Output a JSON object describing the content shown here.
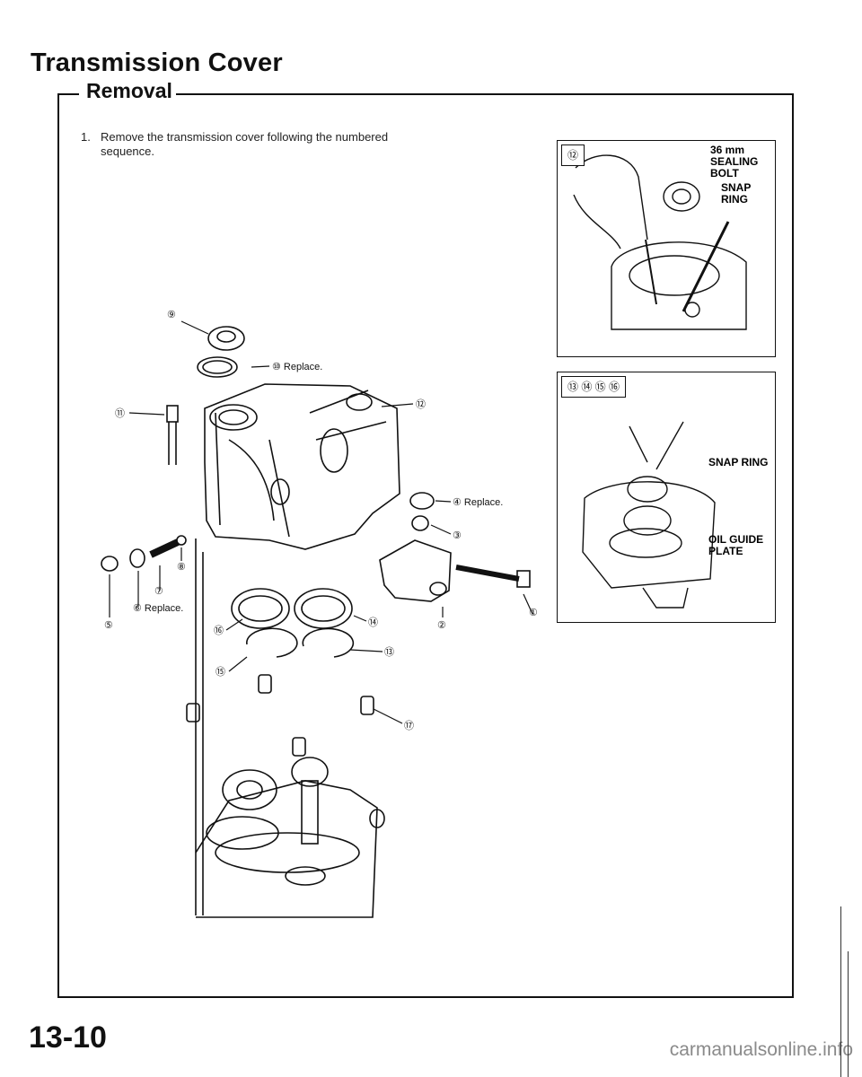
{
  "page": {
    "title": "Transmission Cover",
    "section": "Removal",
    "page_number": "13-10",
    "footer_credit": "carmanualsonline.info"
  },
  "instruction": {
    "number": "1.",
    "text": "Remove the transmission cover following the numbered sequence."
  },
  "main_callouts": {
    "c1": "①",
    "c2": "②",
    "c3": "③",
    "c4": "④ Replace.",
    "c5": "⑤",
    "c6": "⑥ Replace.",
    "c7": "⑦",
    "c8": "⑧",
    "c9": "⑨",
    "c10": "⑩ Replace.",
    "c11": "⑪",
    "c12": "⑫",
    "c13": "⑬",
    "c14": "⑭",
    "c15": "⑮",
    "c16": "⑯",
    "c17": "⑰"
  },
  "inset_a": {
    "step": "⑫",
    "label_bolt": "36 mm\nSEALING\nBOLT",
    "label_ring": "SNAP\nRING"
  },
  "inset_b": {
    "steps": "⑬ ⑭ ⑮ ⑯",
    "label_snap_ring": "SNAP RING",
    "label_guide": "OIL GUIDE\nPLATE"
  }
}
